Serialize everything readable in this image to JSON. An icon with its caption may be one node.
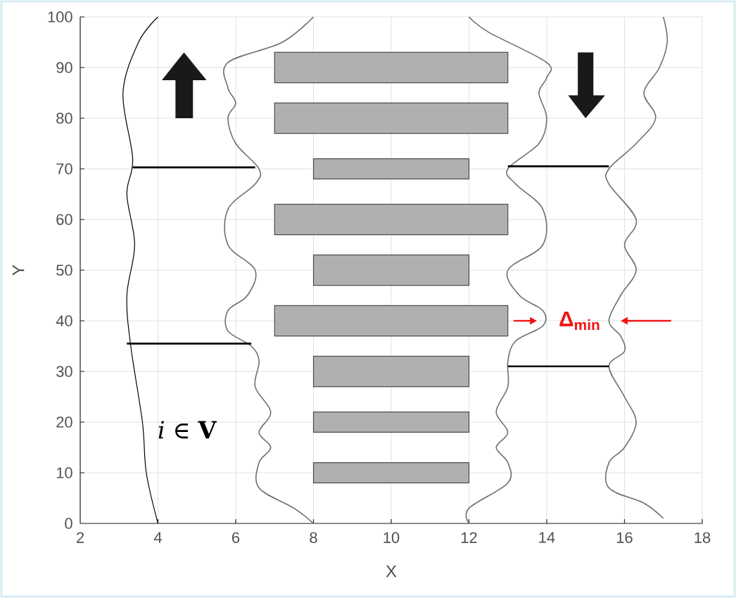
{
  "diagram": {
    "nodes": [
      {
        "text": [],
        "shape": "box"
      },
      {
        "text": [],
        "shape": "box"
      },
      {
        "text": [],
        "shape": "box"
      },
      {
        "text": [],
        "shape": "box"
      },
      {
        "text": [],
        "shape": "box"
      },
      {
        "text": [],
        "shape": "box"
      },
      {
        "text": [],
        "shape": "box"
      },
      {
        "text": [],
        "shape": "box"
      },
      {
        "text": [],
        "shape": "box"
      }
    ],
    "labels": [
      "2",
      "4",
      "6",
      "8",
      "10",
      "12",
      "14",
      "16",
      "18",
      "0",
      "10",
      "20",
      "30",
      "40",
      "50",
      "60",
      "70",
      "80",
      "90",
      "100",
      "X",
      "Y",
      "Δ$_{min}$",
      "*i* ∈ **V**"
    ]
  }
}
